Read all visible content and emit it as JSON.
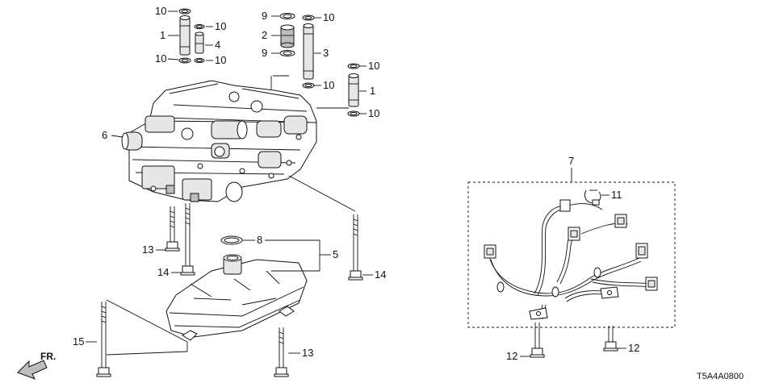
{
  "diagram": {
    "code": "T5A4A0800",
    "direction_label": "FR.",
    "callouts": {
      "c1a": "1",
      "c1b": "1",
      "c2": "2",
      "c3": "3",
      "c4": "4",
      "c5": "5",
      "c6": "6",
      "c7": "7",
      "c8": "8",
      "c9a": "9",
      "c9b": "9",
      "c10a": "10",
      "c10b": "10",
      "c10c": "10",
      "c10d": "10",
      "c10e": "10",
      "c10f": "10",
      "c10g": "10",
      "c10h": "10",
      "c11": "11",
      "c12a": "12",
      "c12b": "12",
      "c13a": "13",
      "c13b": "13",
      "c14a": "14",
      "c14b": "14",
      "c15": "15"
    }
  }
}
